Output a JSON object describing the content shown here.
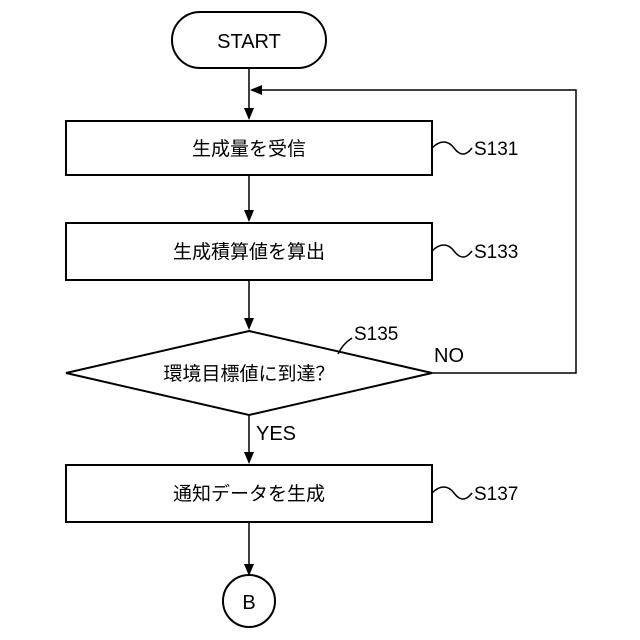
{
  "diagram": {
    "start": "START",
    "steps": [
      {
        "text": "生成量を受信",
        "ref": "S131"
      },
      {
        "text": "生成積算値を算出",
        "ref": "S133"
      }
    ],
    "decision": {
      "text": "環境目標値に到達？",
      "ref": "S135",
      "no_label": "NO",
      "yes_label": "YES"
    },
    "final_step": {
      "text": "通知データを生成",
      "ref": "S137"
    },
    "connector": "B"
  }
}
